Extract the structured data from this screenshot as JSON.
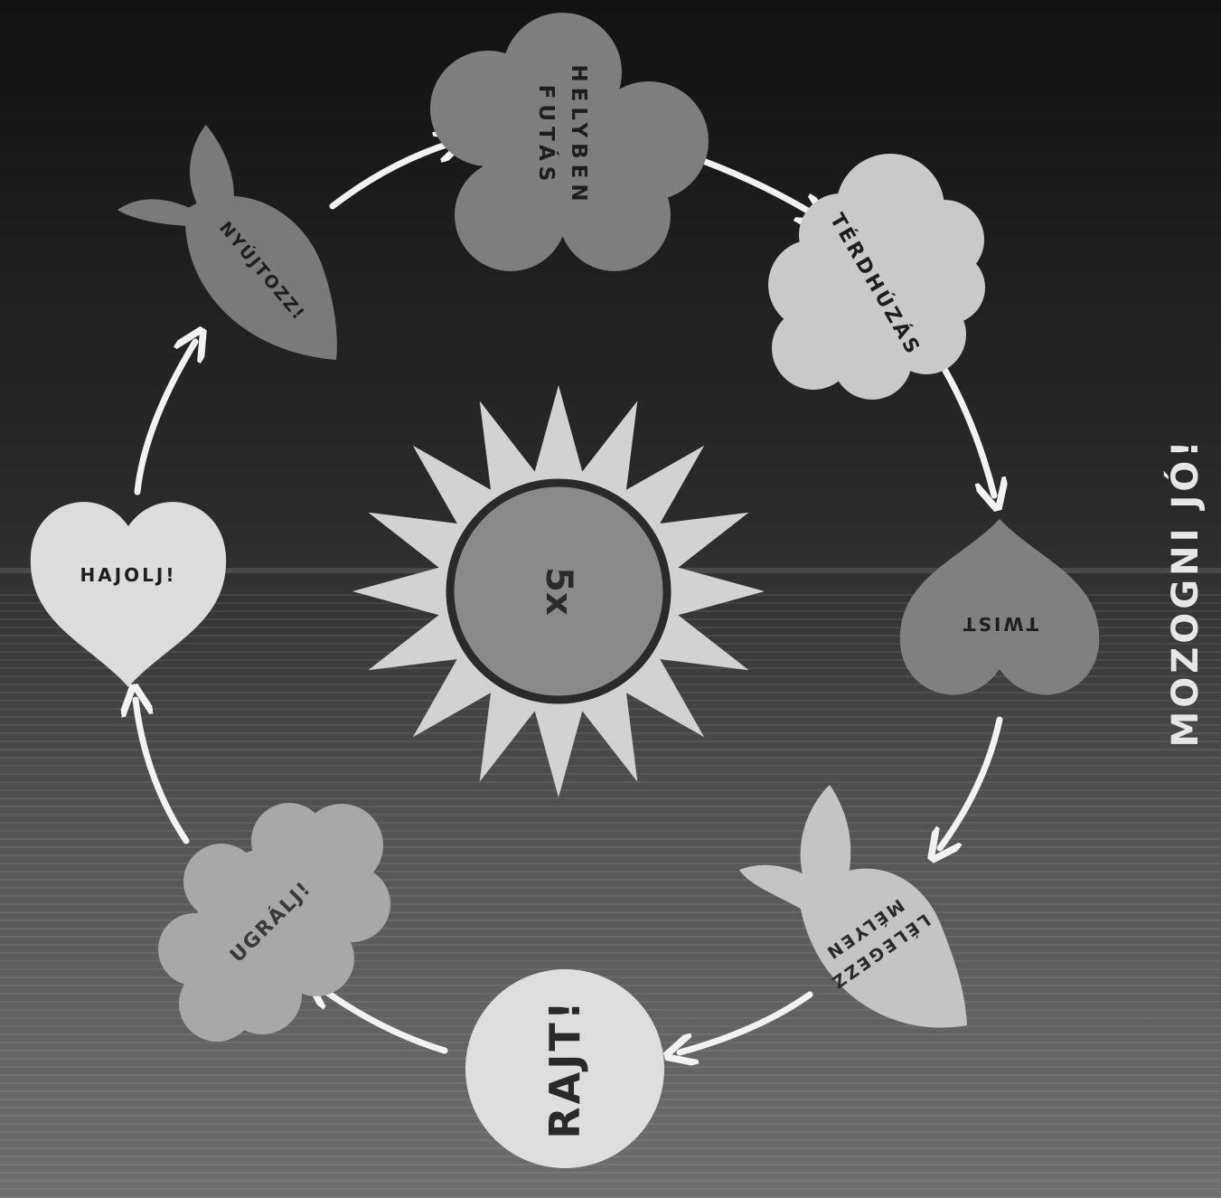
{
  "title": "MOZOGNI JÓ!",
  "center": {
    "label": "5x"
  },
  "steps": [
    {
      "id": "helyben",
      "lines": [
        "HELYBEN",
        "FUTÁS"
      ],
      "shape": "flower-icon"
    },
    {
      "id": "terdhuzas",
      "lines": [
        "TÉRDHÚZÁS"
      ],
      "shape": "cloud-icon"
    },
    {
      "id": "twist",
      "lines": [
        "TWIST"
      ],
      "shape": "heart-icon"
    },
    {
      "id": "lelegezz",
      "lines": [
        "LÉLEGEZZ",
        "MÉLYEN"
      ],
      "shape": "fish-icon"
    },
    {
      "id": "rajt",
      "lines": [
        "RAJT!"
      ],
      "shape": "circle-icon"
    },
    {
      "id": "ugralj",
      "lines": [
        "UGRÁLJ!"
      ],
      "shape": "cloud-icon"
    },
    {
      "id": "hajolj",
      "lines": [
        "HAJOLJ!"
      ],
      "shape": "heart-icon"
    },
    {
      "id": "nyujtozz",
      "lines": [
        "NYÚJTOZZ!"
      ],
      "shape": "fish-icon"
    }
  ],
  "colors": {
    "background_top": "#141414",
    "background_bottom": "#6a6a6a",
    "flower": "#7e7e7e",
    "cloud_light": "#c9c9c9",
    "heart_dark": "#808080",
    "fish_light": "#c4c4c4",
    "circle": "#dedede",
    "cloud_mid": "#a8a8a8",
    "heart_light": "#dcdcdc",
    "fish_dark": "#7a7a7a",
    "sun": "#d2d2d2",
    "sun_core": "#8a8a8a",
    "sun_ring": "#2a2a2a",
    "text_dark": "#2a2a2a",
    "arrow": "#f2f2f2",
    "title_text": "#e6e6e6"
  }
}
